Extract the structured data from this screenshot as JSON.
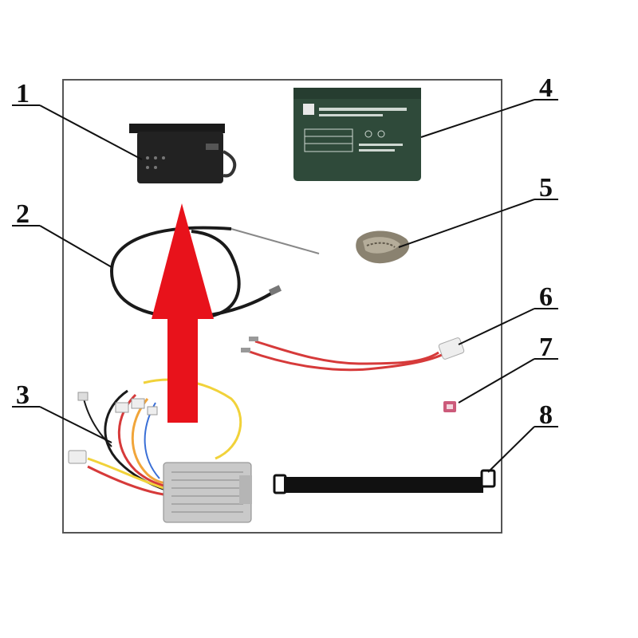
{
  "callouts": [
    {
      "id": 1,
      "label": "1"
    },
    {
      "id": 2,
      "label": "2"
    },
    {
      "id": 3,
      "label": "3"
    },
    {
      "id": 4,
      "label": "4"
    },
    {
      "id": 5,
      "label": "5"
    },
    {
      "id": 6,
      "label": "6"
    },
    {
      "id": 7,
      "label": "7"
    },
    {
      "id": 8,
      "label": "8"
    }
  ],
  "colors": {
    "frame": "#555555",
    "arrow": "#e8121b",
    "battery_body": "#2f4a3a",
    "red_wire": "#d63a3a",
    "yellow_wire": "#f1d23a",
    "controller": "#c9c9c9",
    "strap": "#111111"
  }
}
